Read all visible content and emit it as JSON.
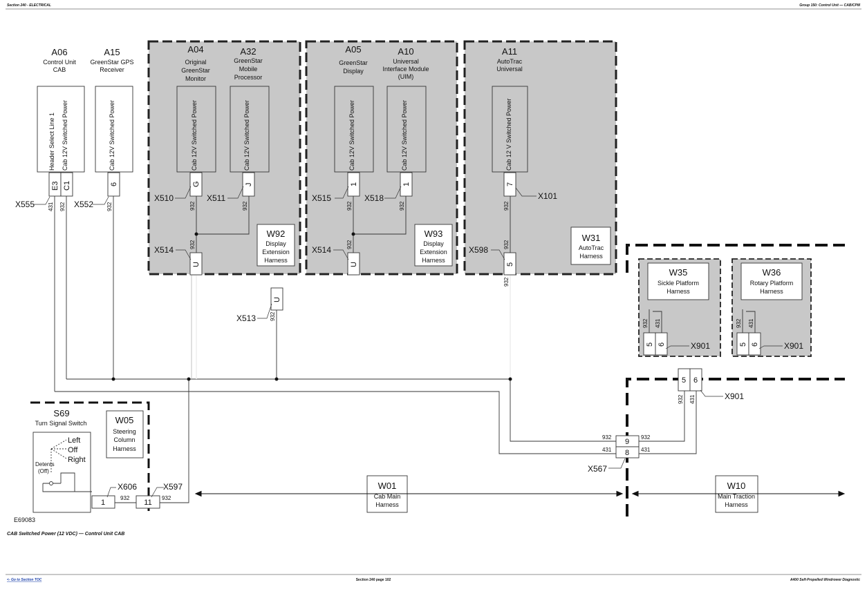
{
  "header": {
    "left": "Section 240 - ELECTRICAL",
    "right": "Group 150: Control Unit — CAB/CPM"
  },
  "footer": {
    "link": "<- Go to Section TOC",
    "center": "Section 240 page 102",
    "right": "A400 Self-Propelled Windrower Diagnostic"
  },
  "caption": "CAB Switched Power (12 VDC) — Control Unit CAB",
  "figure_id": "E69083",
  "components": {
    "a06": {
      "id": "A06",
      "l1": "Control Unit",
      "l2": "CAB",
      "pin_a": "Header Select Line 1",
      "pin_b": "Cab 12V Switched Power"
    },
    "a15": {
      "id": "A15",
      "l1": "GreenStar GPS",
      "l2": "Receiver",
      "pin": "Cab 12V Switched Power"
    },
    "a04": {
      "id": "A04",
      "l1": "Original",
      "l2": "GreenStar",
      "l3": "Monitor",
      "pin": "Cab 12V Switched Power"
    },
    "a32": {
      "id": "A32",
      "l1": "GreenStar",
      "l2": "Mobile",
      "l3": "Processor",
      "pin": "Cab 12V Switched Power"
    },
    "a05": {
      "id": "A05",
      "l1": "GreenStar",
      "l2": "Display",
      "pin": "Cab 12V Switched Power"
    },
    "a10": {
      "id": "A10",
      "l1": "Universal",
      "l2": "Interface Module",
      "l3": "(UIM)",
      "pin": "Cab 12V Switched Power"
    },
    "a11": {
      "id": "A11",
      "l1": "AutoTrac",
      "l2": "Universal",
      "pin": "Cab 12 V Switched Power"
    },
    "s69": {
      "id": "S69",
      "l1": "Turn Signal Switch",
      "left": "Left",
      "off": "Off",
      "right": "Right",
      "detents": "Detents",
      "detents2": "(Off)"
    }
  },
  "harnesses": {
    "w92": {
      "id": "W92",
      "l1": "Display",
      "l2": "Extension",
      "l3": "Harness"
    },
    "w93": {
      "id": "W93",
      "l1": "Display",
      "l2": "Extension",
      "l3": "Harness"
    },
    "w31": {
      "id": "W31",
      "l1": "AutoTrac",
      "l2": "Harness"
    },
    "w35": {
      "id": "W35",
      "l1": "Sickle Platform",
      "l2": "Harness"
    },
    "w36": {
      "id": "W36",
      "l1": "Rotary Platform",
      "l2": "Harness"
    },
    "w05": {
      "id": "W05",
      "l1": "Steering",
      "l2": "Column",
      "l3": "Harness"
    },
    "w01": {
      "id": "W01",
      "l1": "Cab Main",
      "l2": "Harness"
    },
    "w10": {
      "id": "W10",
      "l1": "Main Traction",
      "l2": "Harness"
    }
  },
  "connectors": {
    "x555": "X555",
    "x552": "X552",
    "x510": "X510",
    "x511": "X511",
    "x514": "X514",
    "x515": "X515",
    "x518": "X518",
    "x101": "X101",
    "x598": "X598",
    "x513": "X513",
    "x901": "X901",
    "x567": "X567",
    "x606": "X606",
    "x597": "X597"
  },
  "pins": {
    "e3": "E3",
    "c1": "C1",
    "p6": "6",
    "g": "G",
    "j": "J",
    "u": "U",
    "p1": "1",
    "p7": "7",
    "p5": "5",
    "p9": "9",
    "p8": "8",
    "p11": "11"
  },
  "wires": {
    "w932": "932",
    "w431": "431"
  }
}
